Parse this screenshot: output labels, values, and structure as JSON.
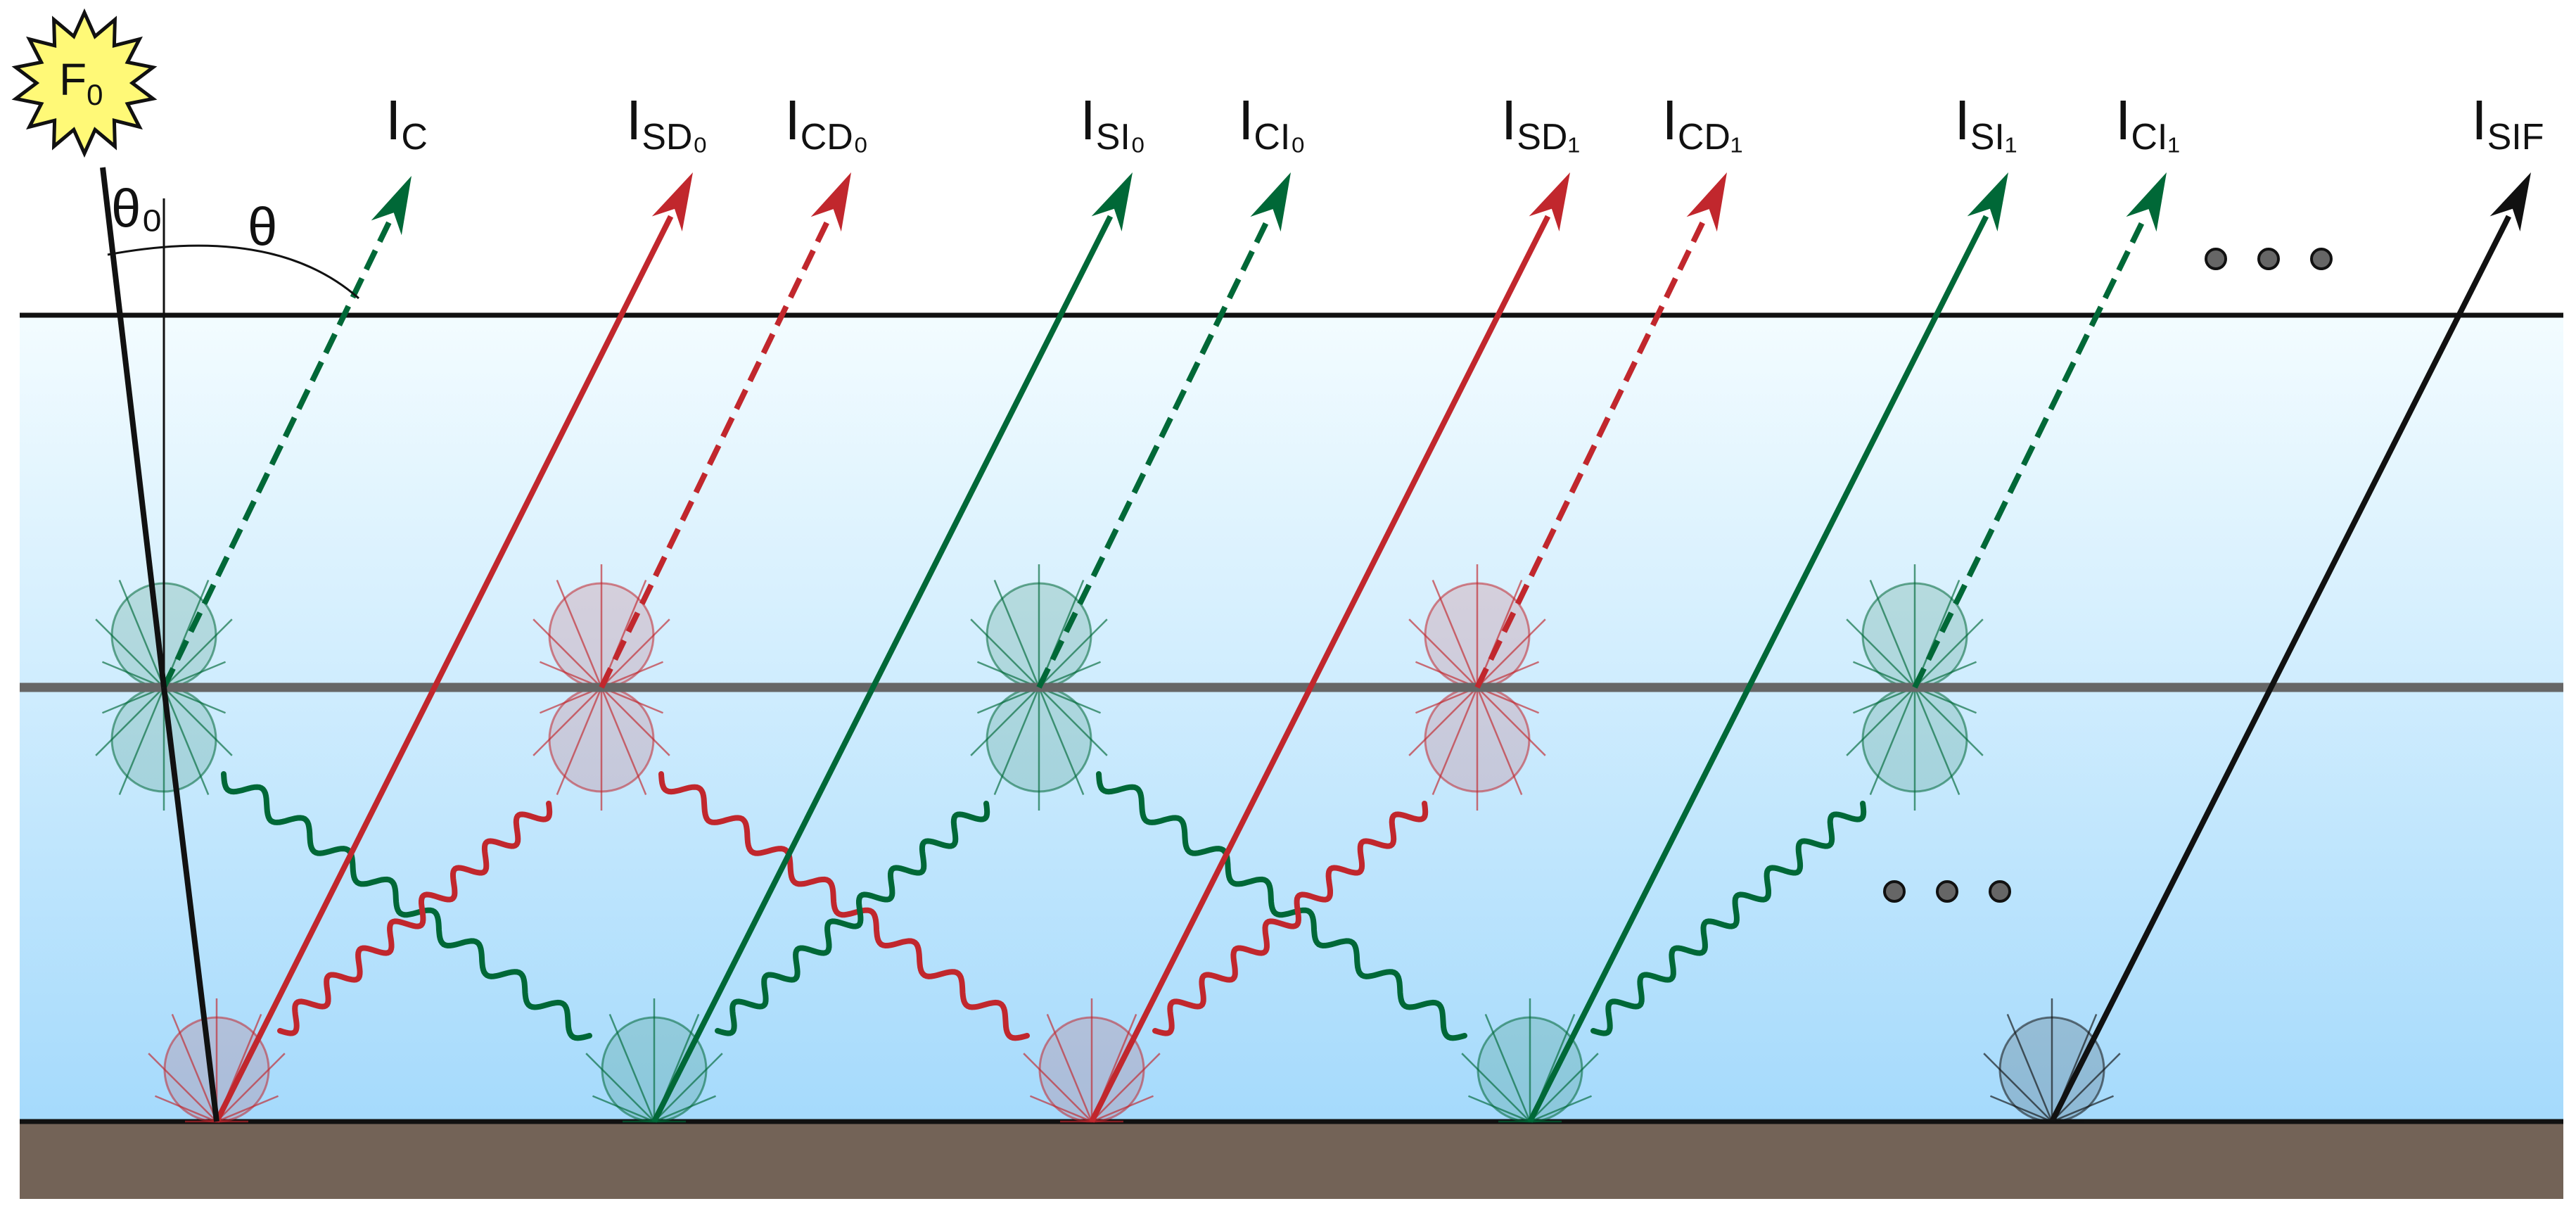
{
  "source": {
    "label_main": "F",
    "label_sub": "0"
  },
  "angles": {
    "incident": "θ₀",
    "view": "θ"
  },
  "colors": {
    "red": "#c1272d",
    "green": "#006837",
    "black": "#111111",
    "water_top": "#f3fcff",
    "water_bottom": "#a5dafc",
    "ground": "#736357",
    "interface": "#666666",
    "sun_fill": "#fff977",
    "dot": "#666666"
  },
  "outgoing_labels": [
    {
      "main": "I",
      "sub": "C"
    },
    {
      "main": "I",
      "sub": "SD₀"
    },
    {
      "main": "I",
      "sub": "CD₀"
    },
    {
      "main": "I",
      "sub": "SI₀"
    },
    {
      "main": "I",
      "sub": "CI₀"
    },
    {
      "main": "I",
      "sub": "SD₁"
    },
    {
      "main": "I",
      "sub": "CD₁"
    },
    {
      "main": "I",
      "sub": "SI₁"
    },
    {
      "main": "I",
      "sub": "CI₁"
    },
    {
      "main": "I",
      "sub": "SIF"
    }
  ],
  "outgoing_rays": [
    {
      "id": "ray-c",
      "color": "green",
      "dashed": true
    },
    {
      "id": "ray-sd0",
      "color": "red",
      "dashed": false
    },
    {
      "id": "ray-cd0",
      "color": "red",
      "dashed": true
    },
    {
      "id": "ray-si0",
      "color": "green",
      "dashed": false
    },
    {
      "id": "ray-ci0",
      "color": "green",
      "dashed": true
    },
    {
      "id": "ray-sd1",
      "color": "red",
      "dashed": false
    },
    {
      "id": "ray-cd1",
      "color": "red",
      "dashed": true
    },
    {
      "id": "ray-si1",
      "color": "green",
      "dashed": false
    },
    {
      "id": "ray-ci1",
      "color": "green",
      "dashed": true
    },
    {
      "id": "ray-sif",
      "color": "black",
      "dashed": false
    }
  ],
  "canopy_scatterers": [
    "green",
    "red",
    "green",
    "red",
    "green"
  ],
  "soil_scatterers": [
    "red",
    "green",
    "red",
    "green",
    "black"
  ],
  "wavy_photons_down": [
    "green",
    "red",
    "green"
  ],
  "wavy_photons_up": [
    "red",
    "green",
    "red",
    "green"
  ],
  "continuation": "…"
}
